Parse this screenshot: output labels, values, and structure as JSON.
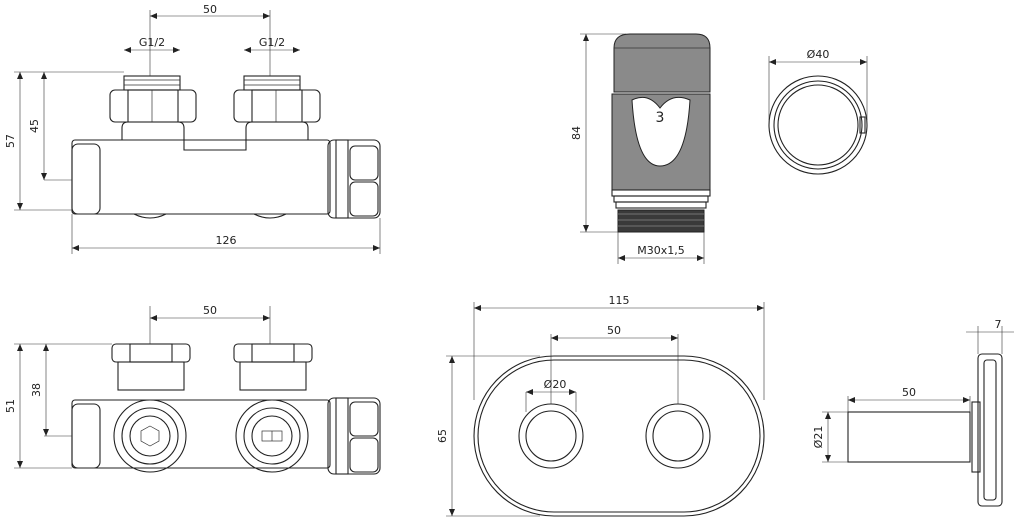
{
  "view_top": {
    "dim_spacing": "50",
    "dim_thread_left": "G1/2",
    "dim_thread_right": "G1/2",
    "dim_height_outer": "57",
    "dim_height_inner": "45",
    "dim_length": "126"
  },
  "view_head": {
    "dim_height": "84",
    "dim_thread": "M30x1,5",
    "setting_number": "3"
  },
  "view_head_round": {
    "dim_diameter": "Ø40"
  },
  "view_front": {
    "dim_spacing": "50",
    "dim_height_outer": "51",
    "dim_height_inner": "38"
  },
  "view_rosette": {
    "dim_width": "115",
    "dim_spacing": "50",
    "dim_hole": "Ø20",
    "dim_height": "65"
  },
  "view_sleeve": {
    "dim_length": "50",
    "dim_diameter": "Ø21",
    "dim_thickness": "7"
  }
}
